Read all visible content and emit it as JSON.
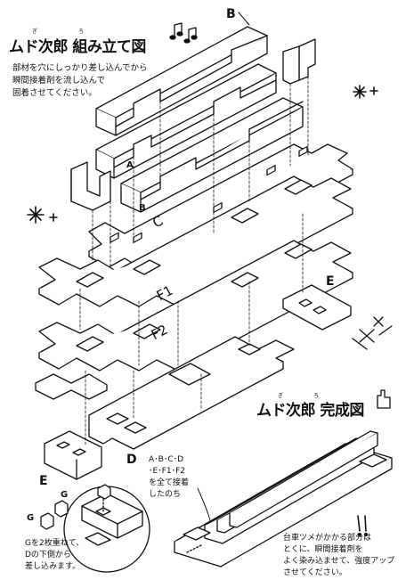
{
  "title": {
    "main": "ムド次郎 組み立て図",
    "ruby_1": "ぎ",
    "ruby_2": "ろ"
  },
  "completed_title": {
    "text": "ムド次郎 完成図",
    "ruby_1": "ぎ",
    "ruby_2": "ろ"
  },
  "instructions": "部材を穴にしっかり差し込んでから\n瞬間接着剤を流し込んで\n固着させてください。",
  "parts": {
    "b": "B",
    "a": "A",
    "b2": "B",
    "c": "C",
    "f1": "F1",
    "f2": "F2",
    "e_right": "E",
    "d": "D",
    "e_left": "E",
    "g1": "G",
    "g2": "G"
  },
  "notes": {
    "g": "Gを2枚重ねて、\nDの下側から\n差し込みます。",
    "abcd": "A･B･C･D\n･E･F1･F2\nを全て接着\nしたのち",
    "completed": "台車ツメがかかる部分は\nとくに、瞬間接着剤を\nよく染み込ませて、強度アップ\nさせてください。"
  }
}
